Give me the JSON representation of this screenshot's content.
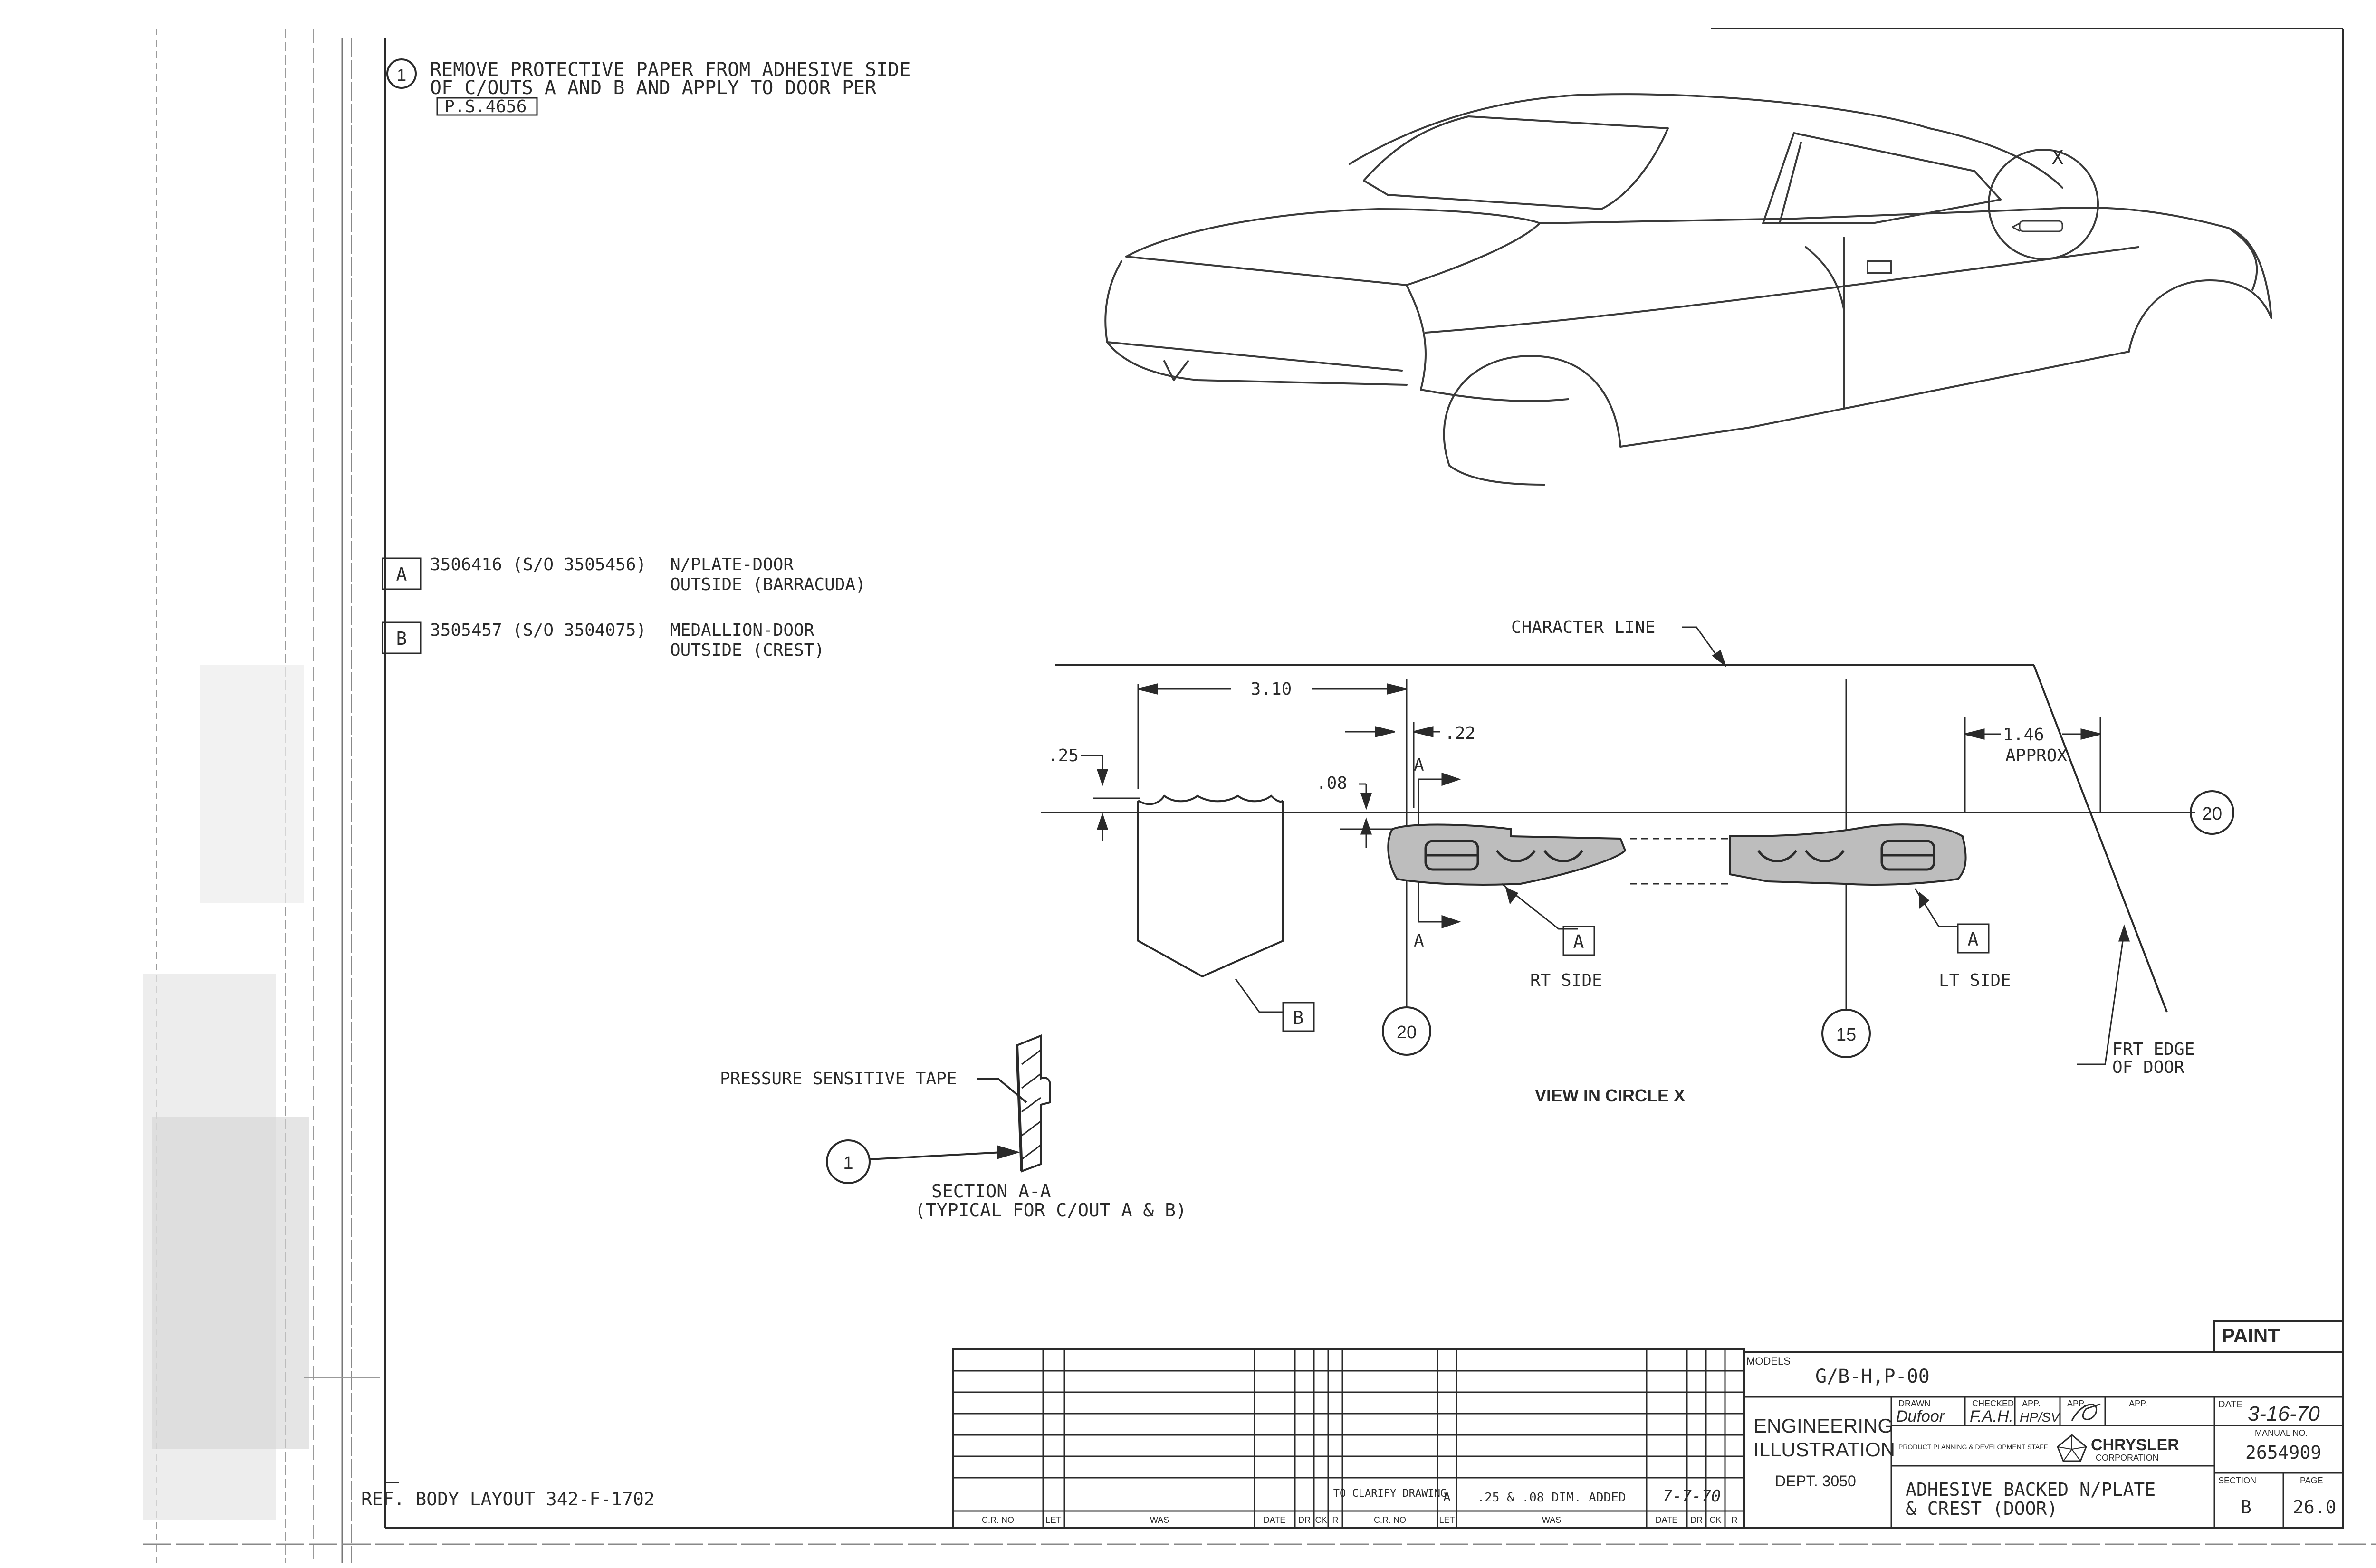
{
  "note1": {
    "number": "1",
    "line1": "REMOVE PROTECTIVE PAPER FROM ADHESIVE SIDE",
    "line2": "OF C/OUTS A AND B AND APPLY TO DOOR PER",
    "line3": "P.S.4656"
  },
  "parts": [
    {
      "tag": "A",
      "number": "3506416 (S/O 3505456)",
      "desc1": "N/PLATE-DOOR",
      "desc2": "OUTSIDE (BARRACUDA)"
    },
    {
      "tag": "B",
      "number": "3505457 (S/O 3504075)",
      "desc1": "MEDALLION-DOOR",
      "desc2": "OUTSIDE (CREST)"
    }
  ],
  "car_view": {
    "circle_label": "X"
  },
  "view": {
    "character_line": "CHARACTER LINE",
    "dim_310": "3.10",
    "dim_22": ".22",
    "dim_25": ".25",
    "dim_08": ".08",
    "dim_146": "1.46",
    "approx": "APPROX",
    "section_a_top": "A",
    "section_a_bottom": "A",
    "callout_a_rt": "A",
    "callout_a_lt": "A",
    "callout_b": "B",
    "rt_side": "RT SIDE",
    "lt_side": "LT SIDE",
    "frt_edge1": "FRT EDGE",
    "frt_edge2": "OF DOOR",
    "circle_20_right": "20",
    "circle_20_bottom": "20",
    "circle_15": "15",
    "title": "VIEW IN CIRCLE X"
  },
  "section": {
    "tape_label": "PRESSURE SENSITIVE TAPE",
    "circle_1": "1",
    "title1": "SECTION A-A",
    "title2": "(TYPICAL FOR C/OUT A & B)"
  },
  "ref": "REF. BODY LAYOUT 342-F-1702",
  "revision": {
    "row_entry": {
      "was": "TO CLARIFY DRAWING",
      "let": "A",
      "change": ".25 & .08 DIM. ADDED",
      "date": "7-7-70"
    },
    "footer": [
      "C.R. NO",
      "LET",
      "WAS",
      "DATE",
      "DR",
      "CK",
      "R",
      "C.R. NO",
      "LET",
      "WAS",
      "DATE",
      "DR",
      "CK",
      "R"
    ]
  },
  "title_block": {
    "category": "PAINT",
    "models_label": "MODELS",
    "models": "G/B-H,P-00",
    "eng1": "ENGINEERING",
    "eng2": "ILLUSTRATION",
    "dept": "DEPT. 3050",
    "drawn_label": "DRAWN",
    "checked_label": "CHECKED",
    "app_label1": "APP.",
    "app_label2": "APP.",
    "app_label3": "APP.",
    "drawn": "Dufoor",
    "checked": "F.A.H.",
    "app": "HP/SV",
    "staff": "PRODUCT PLANNING & DEVELOPMENT STAFF",
    "company1": "CHRYSLER",
    "company2": "CORPORATION",
    "title1": "ADHESIVE BACKED N/PLATE",
    "title2": "& CREST (DOOR)",
    "date_label": "DATE",
    "date": "3-16-70",
    "manual_label": "MANUAL NO.",
    "manual": "2654909",
    "section_label": "SECTION",
    "page_label": "PAGE",
    "section": "B",
    "page": "26.0"
  }
}
